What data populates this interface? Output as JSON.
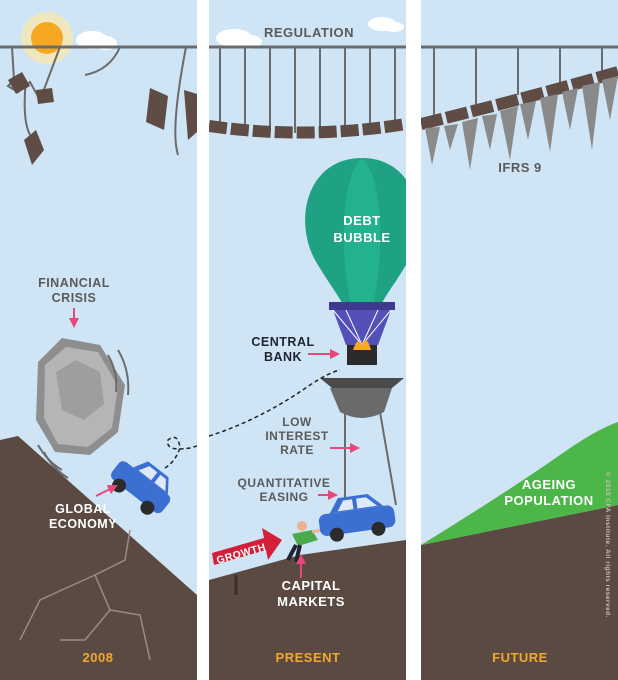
{
  "panels": [
    {
      "period": "2008"
    },
    {
      "period": "PRESENT"
    },
    {
      "period": "FUTURE"
    }
  ],
  "labels": {
    "regulation": "REGULATION",
    "ifrs9": "IFRS 9",
    "financial_crisis": [
      "FINANCIAL",
      "CRISIS"
    ],
    "global_economy": [
      "GLOBAL",
      "ECONOMY"
    ],
    "debt_bubble": [
      "DEBT",
      "BUBBLE"
    ],
    "central_bank": [
      "CENTRAL",
      "BANK"
    ],
    "low_interest_rate": [
      "LOW",
      "INTEREST",
      "RATE"
    ],
    "quantitative_easing": [
      "QUANTITATIVE",
      "EASING"
    ],
    "growth": "GROWTH",
    "capital_markets": [
      "CAPITAL",
      "MARKETS"
    ],
    "ageing_population": [
      "AGEING",
      "POPULATION"
    ]
  },
  "copyright": "© 2019 CFA Institute. All rights reserved.",
  "colors": {
    "sky": "#cfe4f4",
    "ground": "#5b4a42",
    "label_grey": "#5a5a5a",
    "label_dark": "#1f2430",
    "period_orange": "#f2a72f",
    "arrow_pink": "#e8477a",
    "balloon_green": "#1fa183",
    "car_blue": "#3b6fd1",
    "hill_green": "#4cb648",
    "growth_red": "#d3203a",
    "bridge_brown": "#5e4c45"
  }
}
